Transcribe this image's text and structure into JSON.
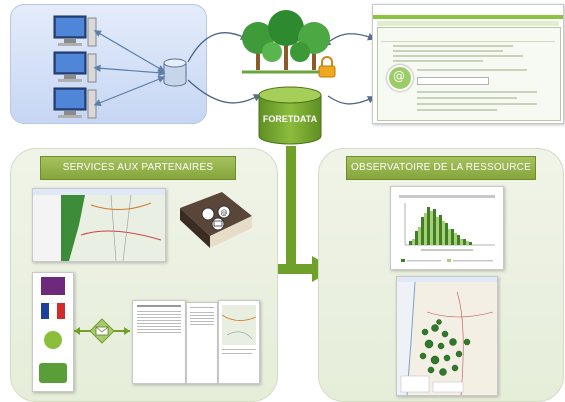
{
  "database": {
    "label": "FORETDATA"
  },
  "left_panel": {
    "title": "SERVICES AUX PARTENAIRES"
  },
  "right_panel": {
    "title": "OBSERVATOIRE DE LA RESSOURCE"
  },
  "colors": {
    "green": "#7aa33a",
    "blue_panel": "#c6d6f3",
    "arrow_green": "#6ea02a",
    "arrow_blue": "#5b7fa8"
  },
  "icons": [
    "computer-icon",
    "server-cylinder-icon",
    "forest-trees-icon",
    "lock-icon",
    "database-icon",
    "email-icon",
    "book-icon"
  ]
}
